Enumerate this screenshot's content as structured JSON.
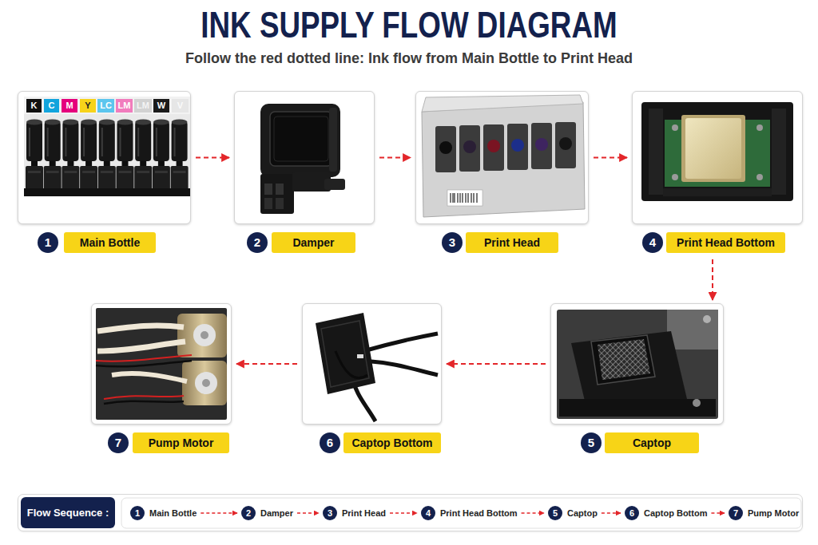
{
  "diagram": {
    "title": "INK SUPPLY FLOW DIAGRAM",
    "caption": "Follow the red dotted line: Ink flow from Main Bottle to Print Head",
    "nodes": [
      {
        "text": [
          "1",
          "Main Bottle"
        ]
      },
      {
        "text": [
          "2",
          "Damper"
        ]
      },
      {
        "text": [
          "3",
          "Print Head"
        ]
      },
      {
        "text": [
          "4",
          "Print Head Bottom"
        ]
      },
      {
        "text": [
          "5",
          "Captop"
        ]
      },
      {
        "text": [
          "6",
          "Captop Bottom"
        ]
      },
      {
        "text": [
          "7",
          "Pump Motor"
        ]
      },
      {
        "text": [
          "Flow Sequence :"
        ]
      },
      {
        "text": [
          "1",
          "Main Bottle"
        ],
        "in": 7
      },
      {
        "text": [
          "2",
          "Damper"
        ],
        "in": 7
      },
      {
        "text": [
          "3",
          "Print Head"
        ],
        "in": 7
      },
      {
        "text": [
          "4",
          "Print Head Bottom"
        ],
        "in": 7
      },
      {
        "text": [
          "5",
          "Captop"
        ],
        "in": 7
      },
      {
        "text": [
          "6",
          "Captop Bottom"
        ],
        "in": 7
      },
      {
        "text": [
          "7",
          "Pump Motor"
        ],
        "in": 7
      }
    ],
    "edges": [
      {
        "from": 0,
        "to": 1,
        "arrow": "to"
      },
      {
        "from": 1,
        "to": 2,
        "arrow": "to"
      },
      {
        "from": 2,
        "to": 3,
        "arrow": "to"
      },
      {
        "from": 3,
        "to": 4,
        "arrow": "to"
      },
      {
        "from": 4,
        "to": 5,
        "arrow": "to"
      },
      {
        "from": 5,
        "to": 6,
        "arrow": "to"
      },
      {
        "from": 8,
        "to": 9,
        "arrow": "to"
      },
      {
        "from": 9,
        "to": 10,
        "arrow": "to"
      },
      {
        "from": 10,
        "to": 11,
        "arrow": "to"
      },
      {
        "from": 11,
        "to": 12,
        "arrow": "to"
      },
      {
        "from": 12,
        "to": 13,
        "arrow": "to"
      },
      {
        "from": 13,
        "to": 14,
        "arrow": "to"
      }
    ],
    "labels": [
      "K",
      "C",
      "M",
      "Y",
      "LC",
      "LM",
      "LM",
      "W",
      "V"
    ]
  }
}
